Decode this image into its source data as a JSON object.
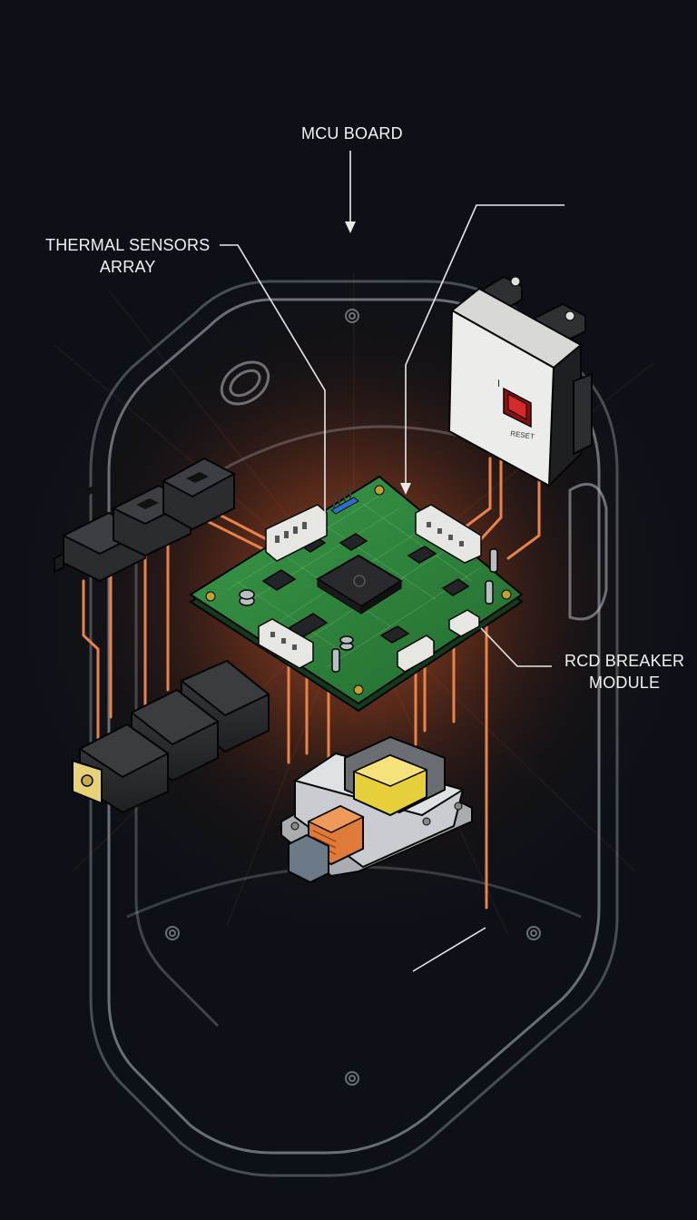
{
  "labels": {
    "mcu_board": "MCU BOARD",
    "thermal_sensors": [
      "THERMAL SENSORS",
      "ARRAY"
    ],
    "rcd_breaker": [
      "RCD BREAKER",
      "MODULE"
    ]
  },
  "rcd_module": {
    "switch_mark": "I",
    "reset_text": "RESET"
  },
  "colors": {
    "background": "#0d1117",
    "glow": "#e0662a",
    "wire": "#e8834a",
    "pcb": "#2f8a3e",
    "label_text": "#f2f2f2",
    "reset_button": "#d42a2a"
  }
}
